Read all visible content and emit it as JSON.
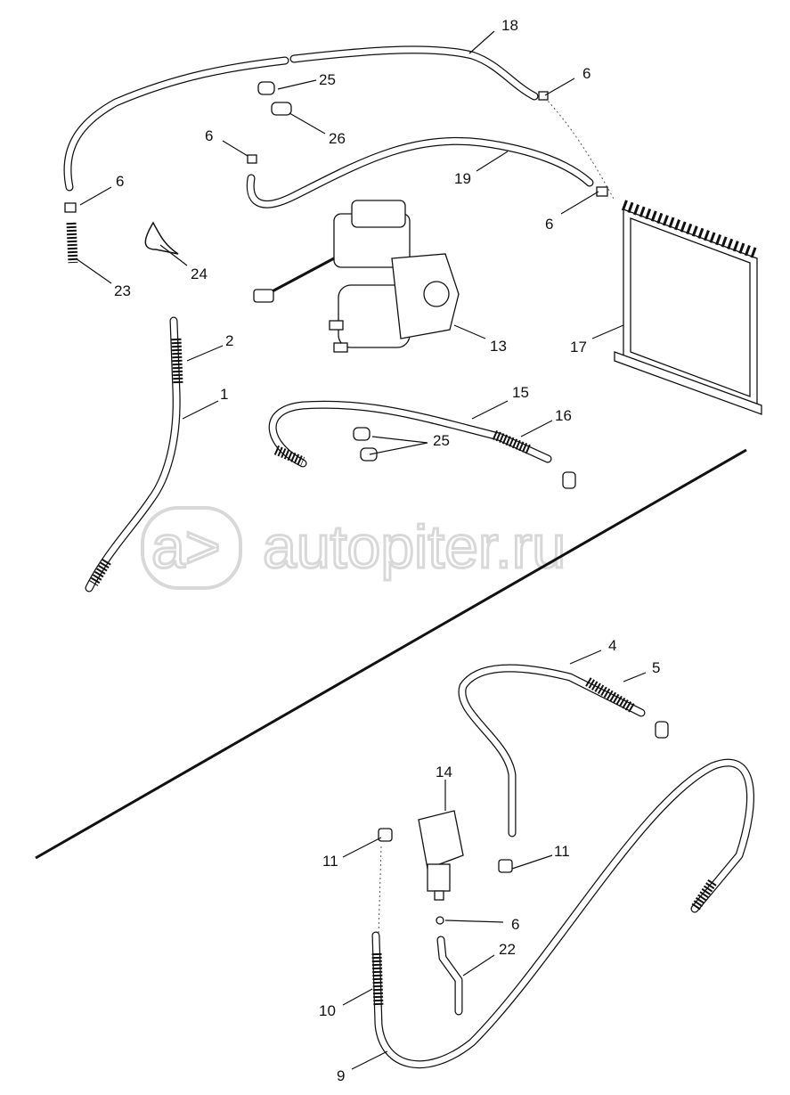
{
  "watermark": {
    "brand": "autopiter.ru",
    "logo_glyph": "a>"
  },
  "callouts": {
    "c18": "18",
    "c25a": "25",
    "c26": "26",
    "c6a": "6",
    "c6b": "6",
    "c19": "19",
    "c6c": "6",
    "c6d": "6",
    "c23": "23",
    "c24": "24",
    "c2": "2",
    "c1": "1",
    "c13": "13",
    "c17": "17",
    "c15": "15",
    "c16": "16",
    "c25b": "25",
    "c4": "4",
    "c5": "5",
    "c14": "14",
    "c11a": "11",
    "c11b": "11",
    "c6e": "6",
    "c22": "22",
    "c10": "10",
    "c9": "9"
  }
}
